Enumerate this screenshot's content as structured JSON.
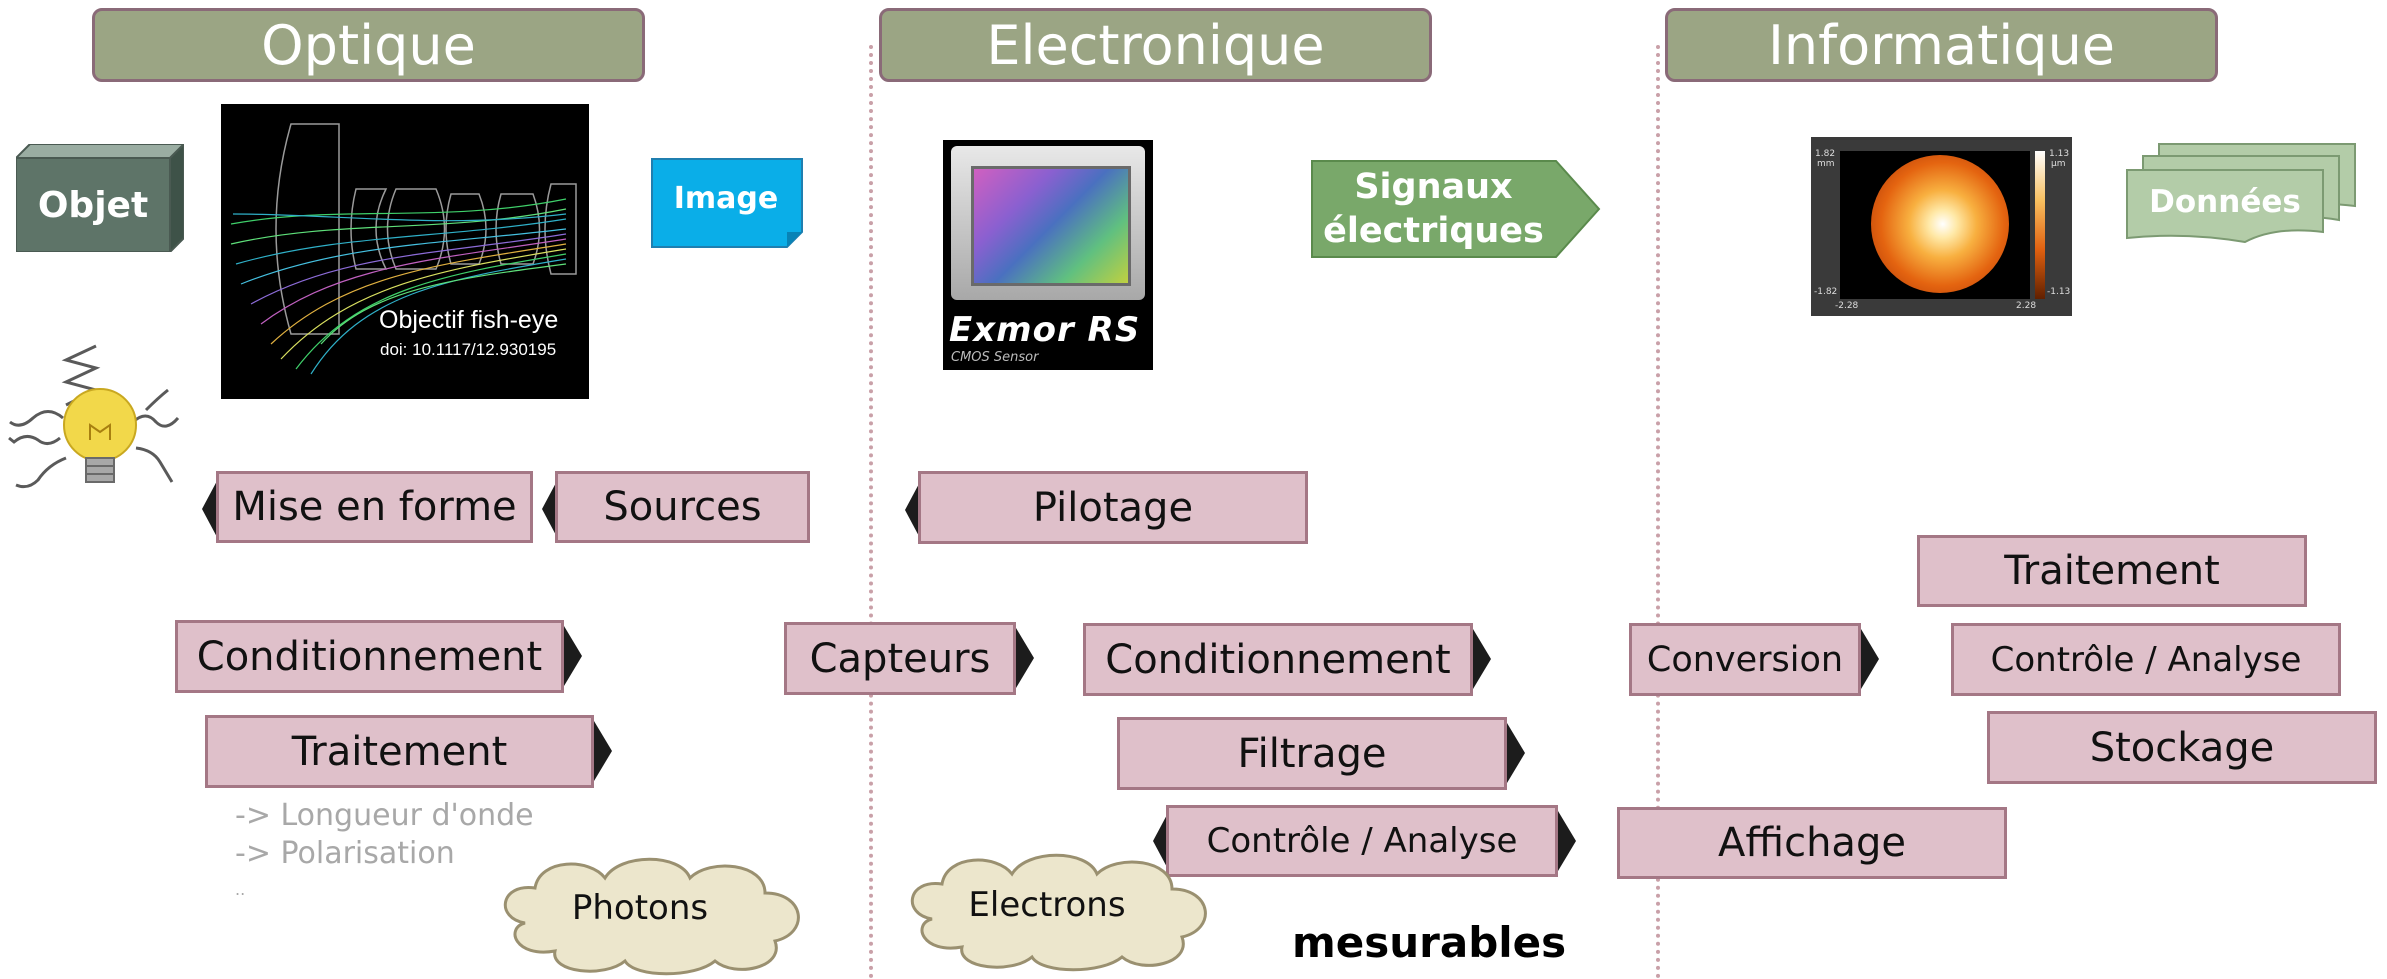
{
  "headers": {
    "optique": "Optique",
    "electronique": "Electronique",
    "informatique": "Informatique"
  },
  "optique": {
    "objet": "Objet",
    "image": "Image",
    "lens_caption": "Objectif fish-eye",
    "lens_doi": "doi: 10.1117/12.930195",
    "mise_en_forme": "Mise en forme",
    "sources": "Sources",
    "conditionnement": "Conditionnement",
    "traitement": "Traitement",
    "note_1": "-> Longueur d'onde",
    "note_2": "-> Polarisation",
    "note_3": "..",
    "photons": "Photons"
  },
  "electronique": {
    "sensor_brand": "Exmor RS",
    "sensor_sub": "CMOS Sensor",
    "signaux_1": "Signaux",
    "signaux_2": "électriques",
    "pilotage": "Pilotage",
    "capteurs": "Capteurs",
    "conditionnement": "Conditionnement",
    "filtrage": "Filtrage",
    "controle": "Contrôle / Analyse",
    "electrons": "Electrons",
    "mesurables": "mesurables"
  },
  "informatique": {
    "donnees": "Données",
    "traitement": "Traitement",
    "conversion": "Conversion",
    "controle": "Contrôle / Analyse",
    "stockage": "Stockage",
    "affichage": "Affichage",
    "map_tick_top_left": "1.82",
    "map_tick_top_left_unit": "mm",
    "map_tick_bottom_left": "-1.82",
    "map_tick_x_left": "-2.28",
    "map_tick_x_right": "2.28",
    "map_scale_top": "1.13",
    "map_scale_unit": "µm",
    "map_scale_bottom": "-1.13"
  },
  "colors": {
    "header": "#9ba584",
    "process": "#dfc0ca",
    "process_border": "#a47785",
    "object": "#5e7468",
    "image": "#0aaee8",
    "signal": "#79a86a",
    "data": "#b3cca8",
    "cloud": "#ece6cc"
  },
  "icons": [
    "lightbulb-icon",
    "fisheye-lens-diagram",
    "cmos-sensor-photo",
    "heatmap-image"
  ]
}
